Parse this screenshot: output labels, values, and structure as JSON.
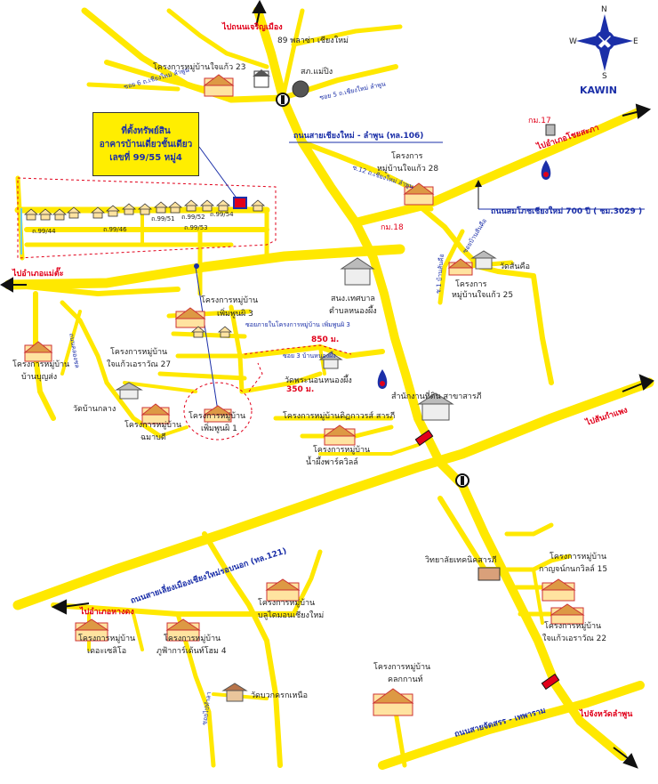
{
  "brand": "KAWIN",
  "compass": {
    "n": "N",
    "s": "S",
    "e": "E",
    "w": "W"
  },
  "property_box": {
    "line1": "ที่ตั้งทรัพย์สิน",
    "line2": "อาคารบ้านเดี่ยวชั้นเดียว",
    "line3": "เลขที่ 99/55 หมู่4"
  },
  "lots": [
    "ถ.99/44",
    "ถ.99/46",
    "ถ.99/51",
    "ถ.99/52",
    "ถ.99/53",
    "ถ.99/54"
  ],
  "directions": {
    "top": "ไปถนนเจริญเมือง",
    "right_top": "ไปอำเภอโชยสะภา",
    "left": "ไปอำเภอแม่ตั๊ะ",
    "right_mid": "ไปสันกำแพง",
    "left_bottom": "ไปอำเภอหางดง",
    "right_bottom": "ไปจังหวัดลำพูน"
  },
  "roads": {
    "r106": "ถนนสายเชียงใหม่ - ลำพูน (ทล.106)",
    "r3029": "ถนนสมโภชเชียงใหม่ 700 ปี ( ชม.3029 )",
    "r121": "ถนนสายเลี่ยงเมืองเชียงใหม่รอบนอก (ทล.121)",
    "bottom": "ถนนสายจัดสรร - เทพาราม",
    "soi6": "ซอย 6 ถ.เชียงใหม่ ลำพูน",
    "soi5": "ซอย 5 ถ.เชียงใหม่ ลำพูน",
    "soi12": "ซ.12 ถ.เชียงใหม่ ลำพูน",
    "soi_sankhue": "ซอยบ้านสันคือ",
    "soi_sankhue2": "ซ.1 บ้านสันคือ",
    "soi_project": "ซอยภายในโครงการหมู่บ้าน เพิ่มพูนผิ 3",
    "soi3": "ซอย 3 บ้านหนองผึ้ง",
    "soi_kanchana": "ถนนคลองชล",
    "soi_bottom_left": "ซอยไปทำลา"
  },
  "km": {
    "k17": "กม.17",
    "k18": "กม.18"
  },
  "distances": {
    "d850": "850 ม.",
    "d350": "350 ม."
  },
  "places": {
    "plaza": "89 พลาซ่า เชียงใหม่",
    "police": "สภ.แม่ปิง",
    "jaikaew23": "โครงการหมู่บ้านใจแก้ว 23",
    "jaikaew28a": "โครงการ",
    "jaikaew28b": "หมู่บ้านใจแก้ว 28",
    "jaikaew25a": "โครงการ",
    "jaikaew25b": "หมู่บ้านใจแก้ว 25",
    "wat_sankhue": "วัดสันคือ",
    "permpoon3a": "โครงการหมู่บ้าน",
    "permpoon3b": "เพิ่มพูนผิ 3",
    "hospital_a": "สนง.เทศบาล",
    "hospital_b": "ตำบลหนองผึ้ง",
    "bunsong_a": "โครงการหมู่บ้าน",
    "bunsong_b": "บ้านบุญส่ง",
    "jaikaew27a": "โครงการหมู่บ้าน",
    "jaikaew27b": "ใจแก้วเอราวัณ 27",
    "wat_nongphueng": "วัดพระนอนหนองผึ้ง",
    "land_office": "สำนักงานที่ดิน สาขาสารภี",
    "wat_ban_klang": "วัดบ้านกลาง",
    "chamadi_a": "โครงการหมู่บ้าน",
    "chamadi_b": "ฉมาบดี",
    "permpoon1a": "โครงการหมู่บ้าน",
    "permpoon1b": "เพิ่มพูนผิ 1",
    "dilok": "โครงการหมู่บ้านดิฏกาวรส์ สารภี",
    "namphueng_a": "โครงการหมู่บ้าน",
    "namphueng_b": "น้ำผึ้งพาร์ควิลล์",
    "college": "วิทยาลัยเทคนิคสารภี",
    "kanchana_a": "โครงการหมู่บ้าน",
    "kanchana_b": "กาญจน์กนกวิลล์ 15",
    "jaikaew22a": "โครงการหมู่บ้าน",
    "jaikaew22b": "ใจแก้วเอราวัณ 22",
    "boonlai_a": "โครงการหมู่บ้าน",
    "boonlai_b": "บลูไดมอนเชียงใหม่",
    "dasel_a": "โครงการหมู่บ้าน",
    "dasel_b": "เดอะเซลิโอ",
    "phufa_a": "โครงการหมู่บ้าน",
    "phufa_b": "ภูฟ้าการ์เด้นท์โฮม 4",
    "wat_bottom": "วัดบวกครกเหนือ",
    "kholkanot_a": "โครงการหมู่บ้าน",
    "kholkanot_b": "คลกกานท์"
  }
}
